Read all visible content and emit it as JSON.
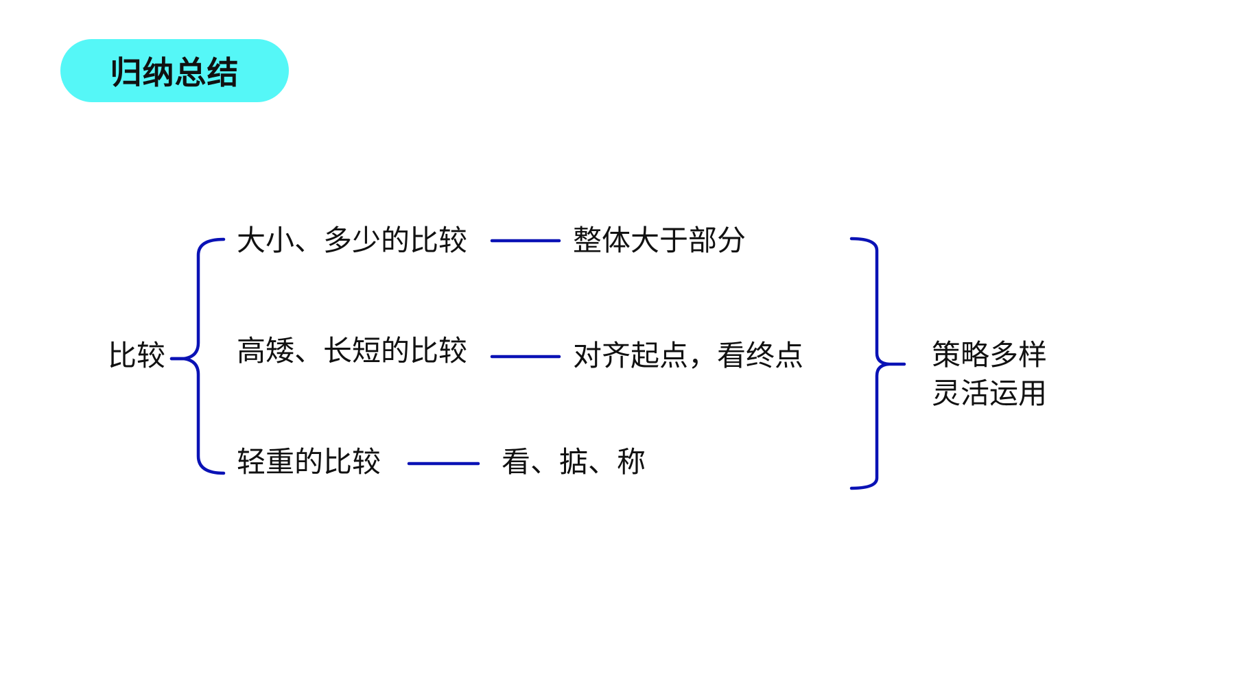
{
  "title": "归纳总结",
  "root": "比较",
  "branches": [
    {
      "topic": "大小、多少的比较",
      "method": "整体大于部分"
    },
    {
      "topic": "高矮、长短的比较",
      "method": "对齐起点，看终点"
    },
    {
      "topic": "轻重的比较",
      "method": "看、掂、称"
    }
  ],
  "summary": [
    "策略多样",
    "灵活运用"
  ],
  "colors": {
    "title_pill": "#55F7F7",
    "connector": "#0A12B5",
    "text": "#111111"
  }
}
